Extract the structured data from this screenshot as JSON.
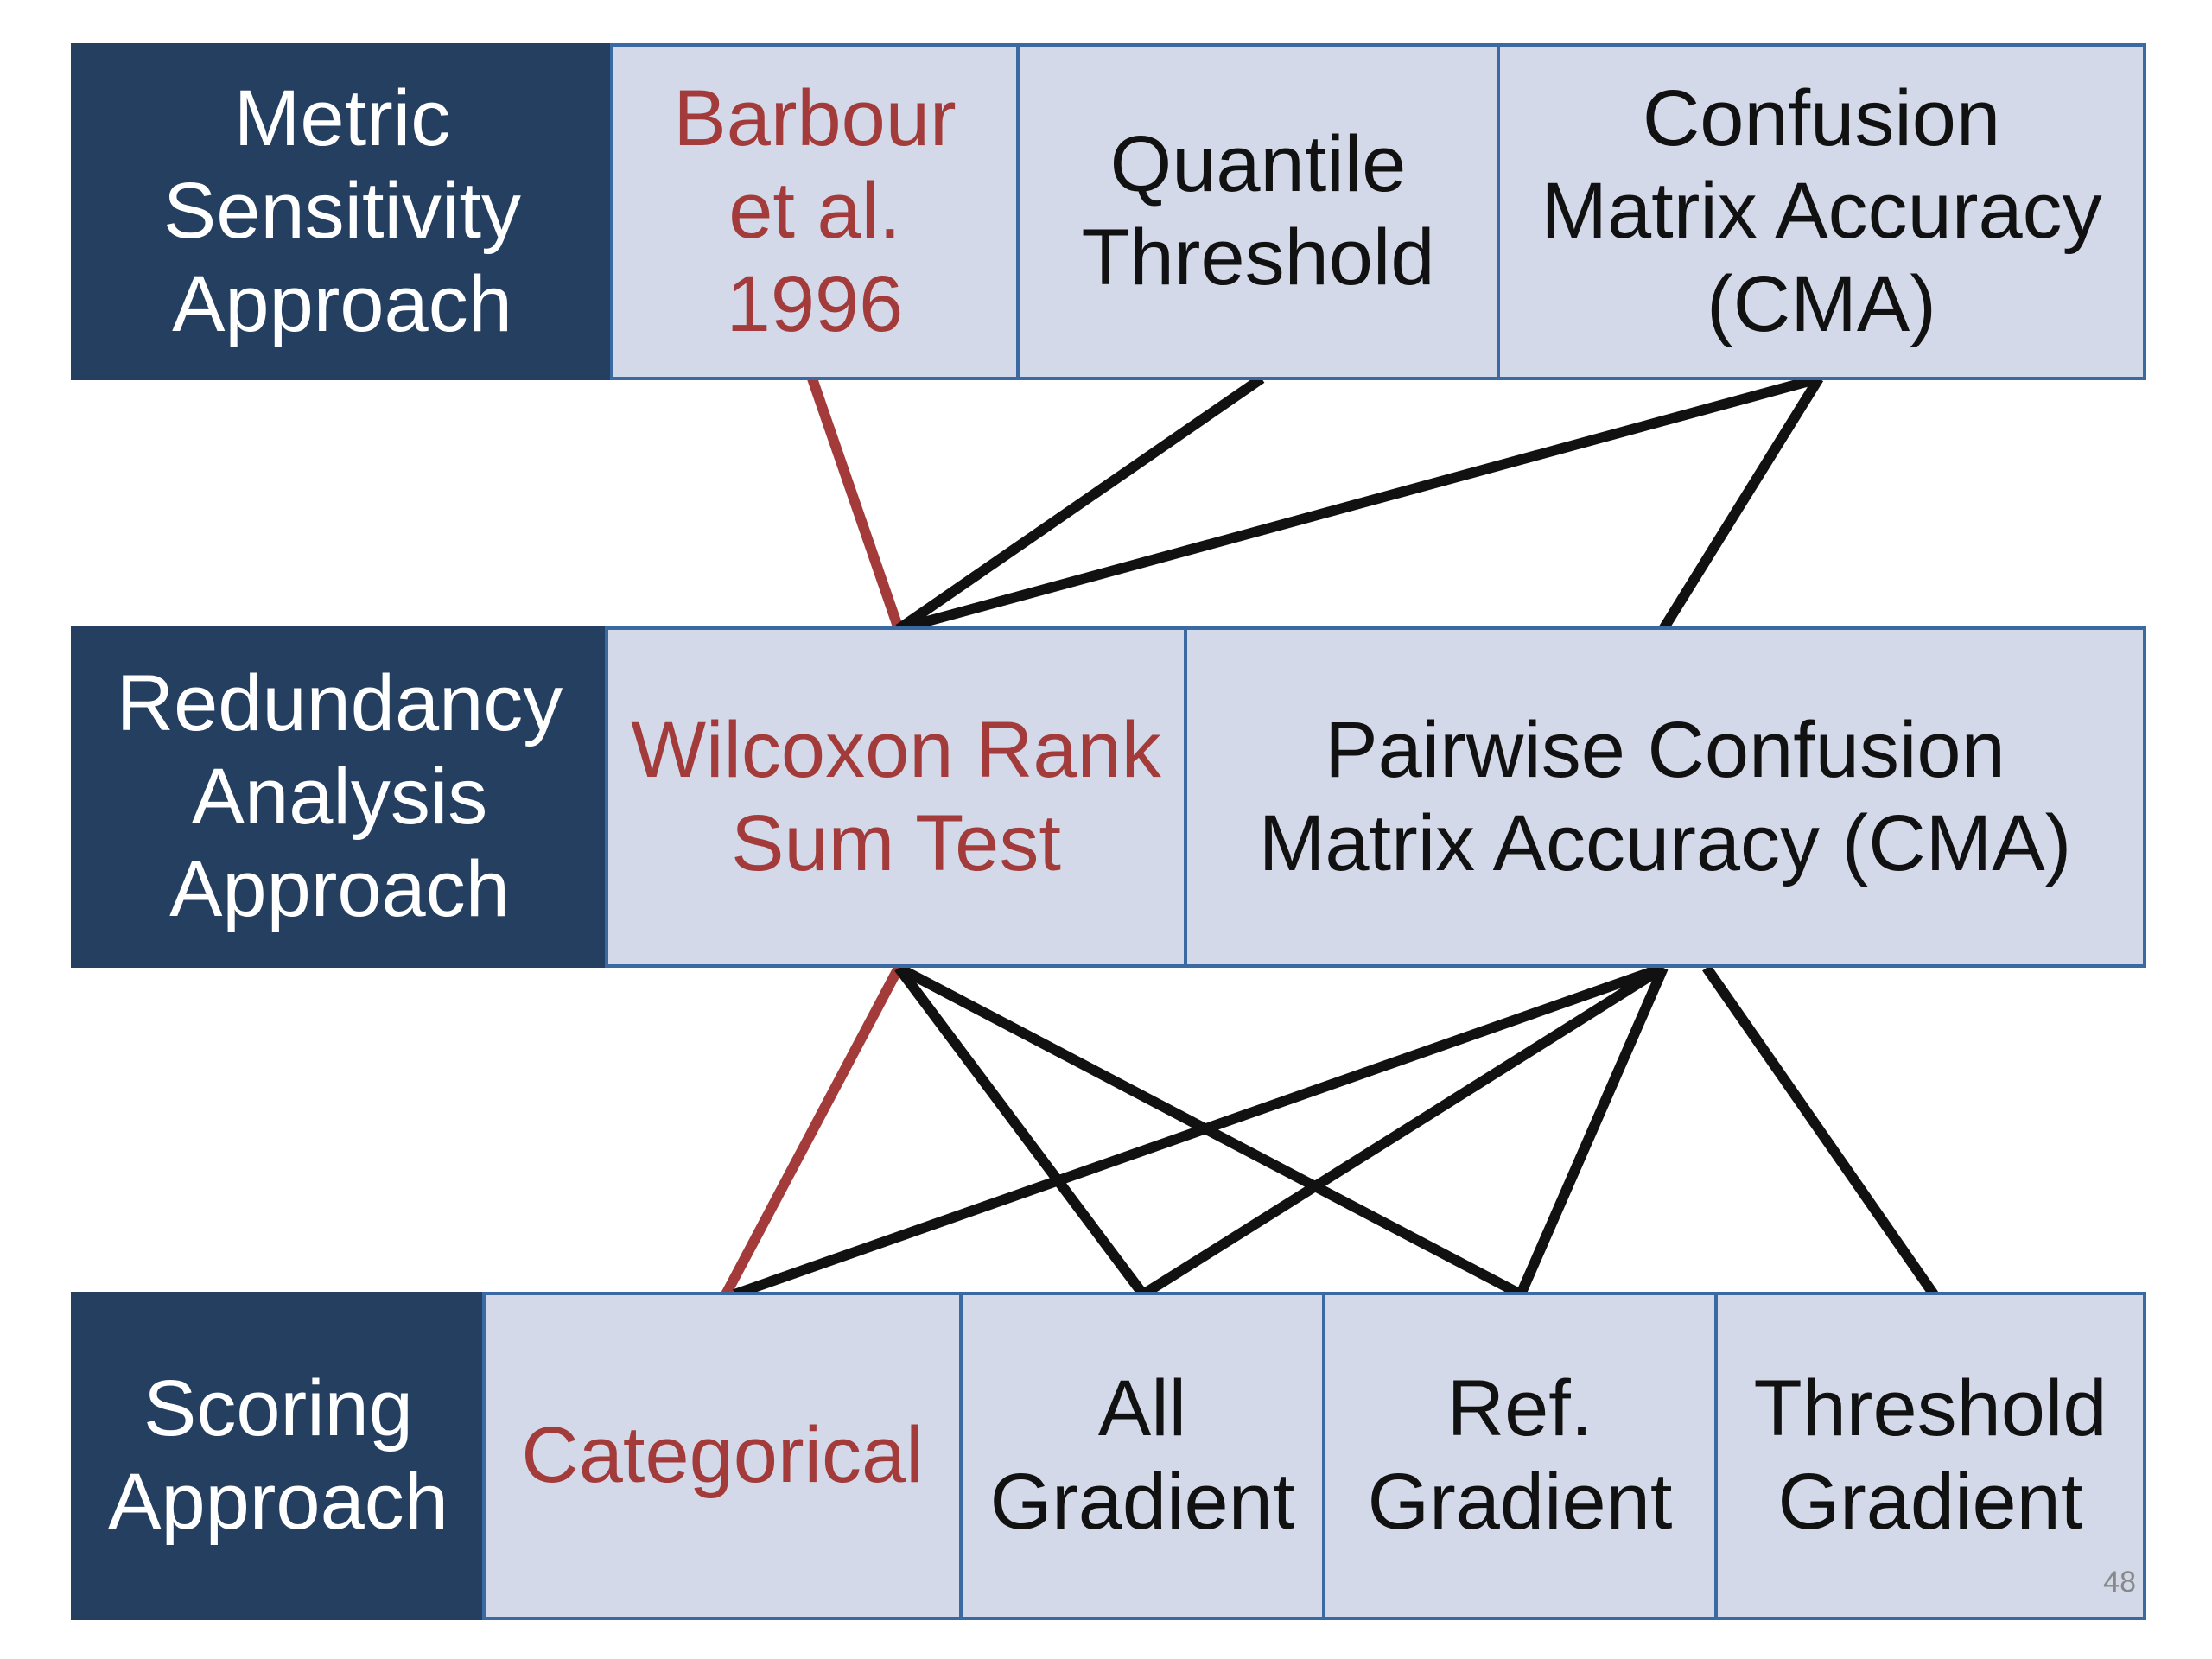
{
  "colors": {
    "header_bg": "#243f60",
    "cell_bg": "#d3d9e8",
    "cell_border": "#3b6aa3",
    "selected_text": "#a33b3b",
    "selected_line": "#a33b3b",
    "other_line": "#111111"
  },
  "rows": {
    "metric": {
      "header": "Metric\nSensitivity\nApproach",
      "barbour": "Barbour\net al.\n1996",
      "quantile": "Quantile\nThreshold",
      "cma": "Confusion\nMatrix Accuracy\n(CMA)"
    },
    "redundancy": {
      "header": "Redundancy\nAnalysis\nApproach",
      "wilcoxon": "Wilcoxon Rank\nSum Test",
      "pairwise": "Pairwise Confusion\nMatrix Accuracy (CMA)"
    },
    "scoring": {
      "header": "Scoring\nApproach",
      "categorical": "Categorical",
      "all_gradient": "All\nGradient",
      "ref_gradient": "Ref.\nGradient",
      "threshold_gradient": "Threshold\nGradient"
    }
  },
  "page_number": "48"
}
